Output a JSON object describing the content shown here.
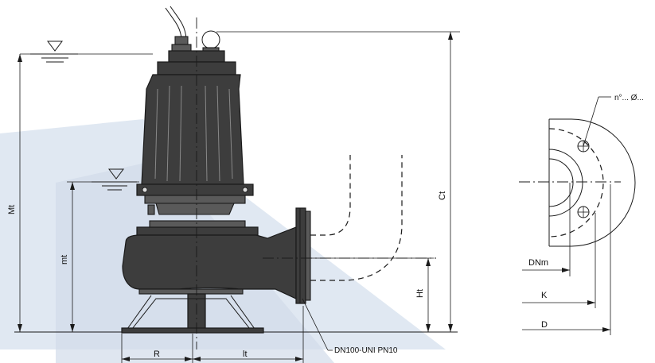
{
  "labels": {
    "Mt": "Mt",
    "mt": "mt",
    "Ct": "Ct",
    "Ht": "Ht",
    "R": "R",
    "lt": "lt",
    "DNm": "DNm",
    "K": "K",
    "D": "D",
    "holes": "n°... Ø...",
    "flange": "DN100-UNI PN10"
  },
  "colors": {
    "watermark": "#dbe4f0",
    "pump_body": "#3d3d3d",
    "line": "#1a1a1a"
  },
  "icons": [
    "water-level-icon"
  ]
}
